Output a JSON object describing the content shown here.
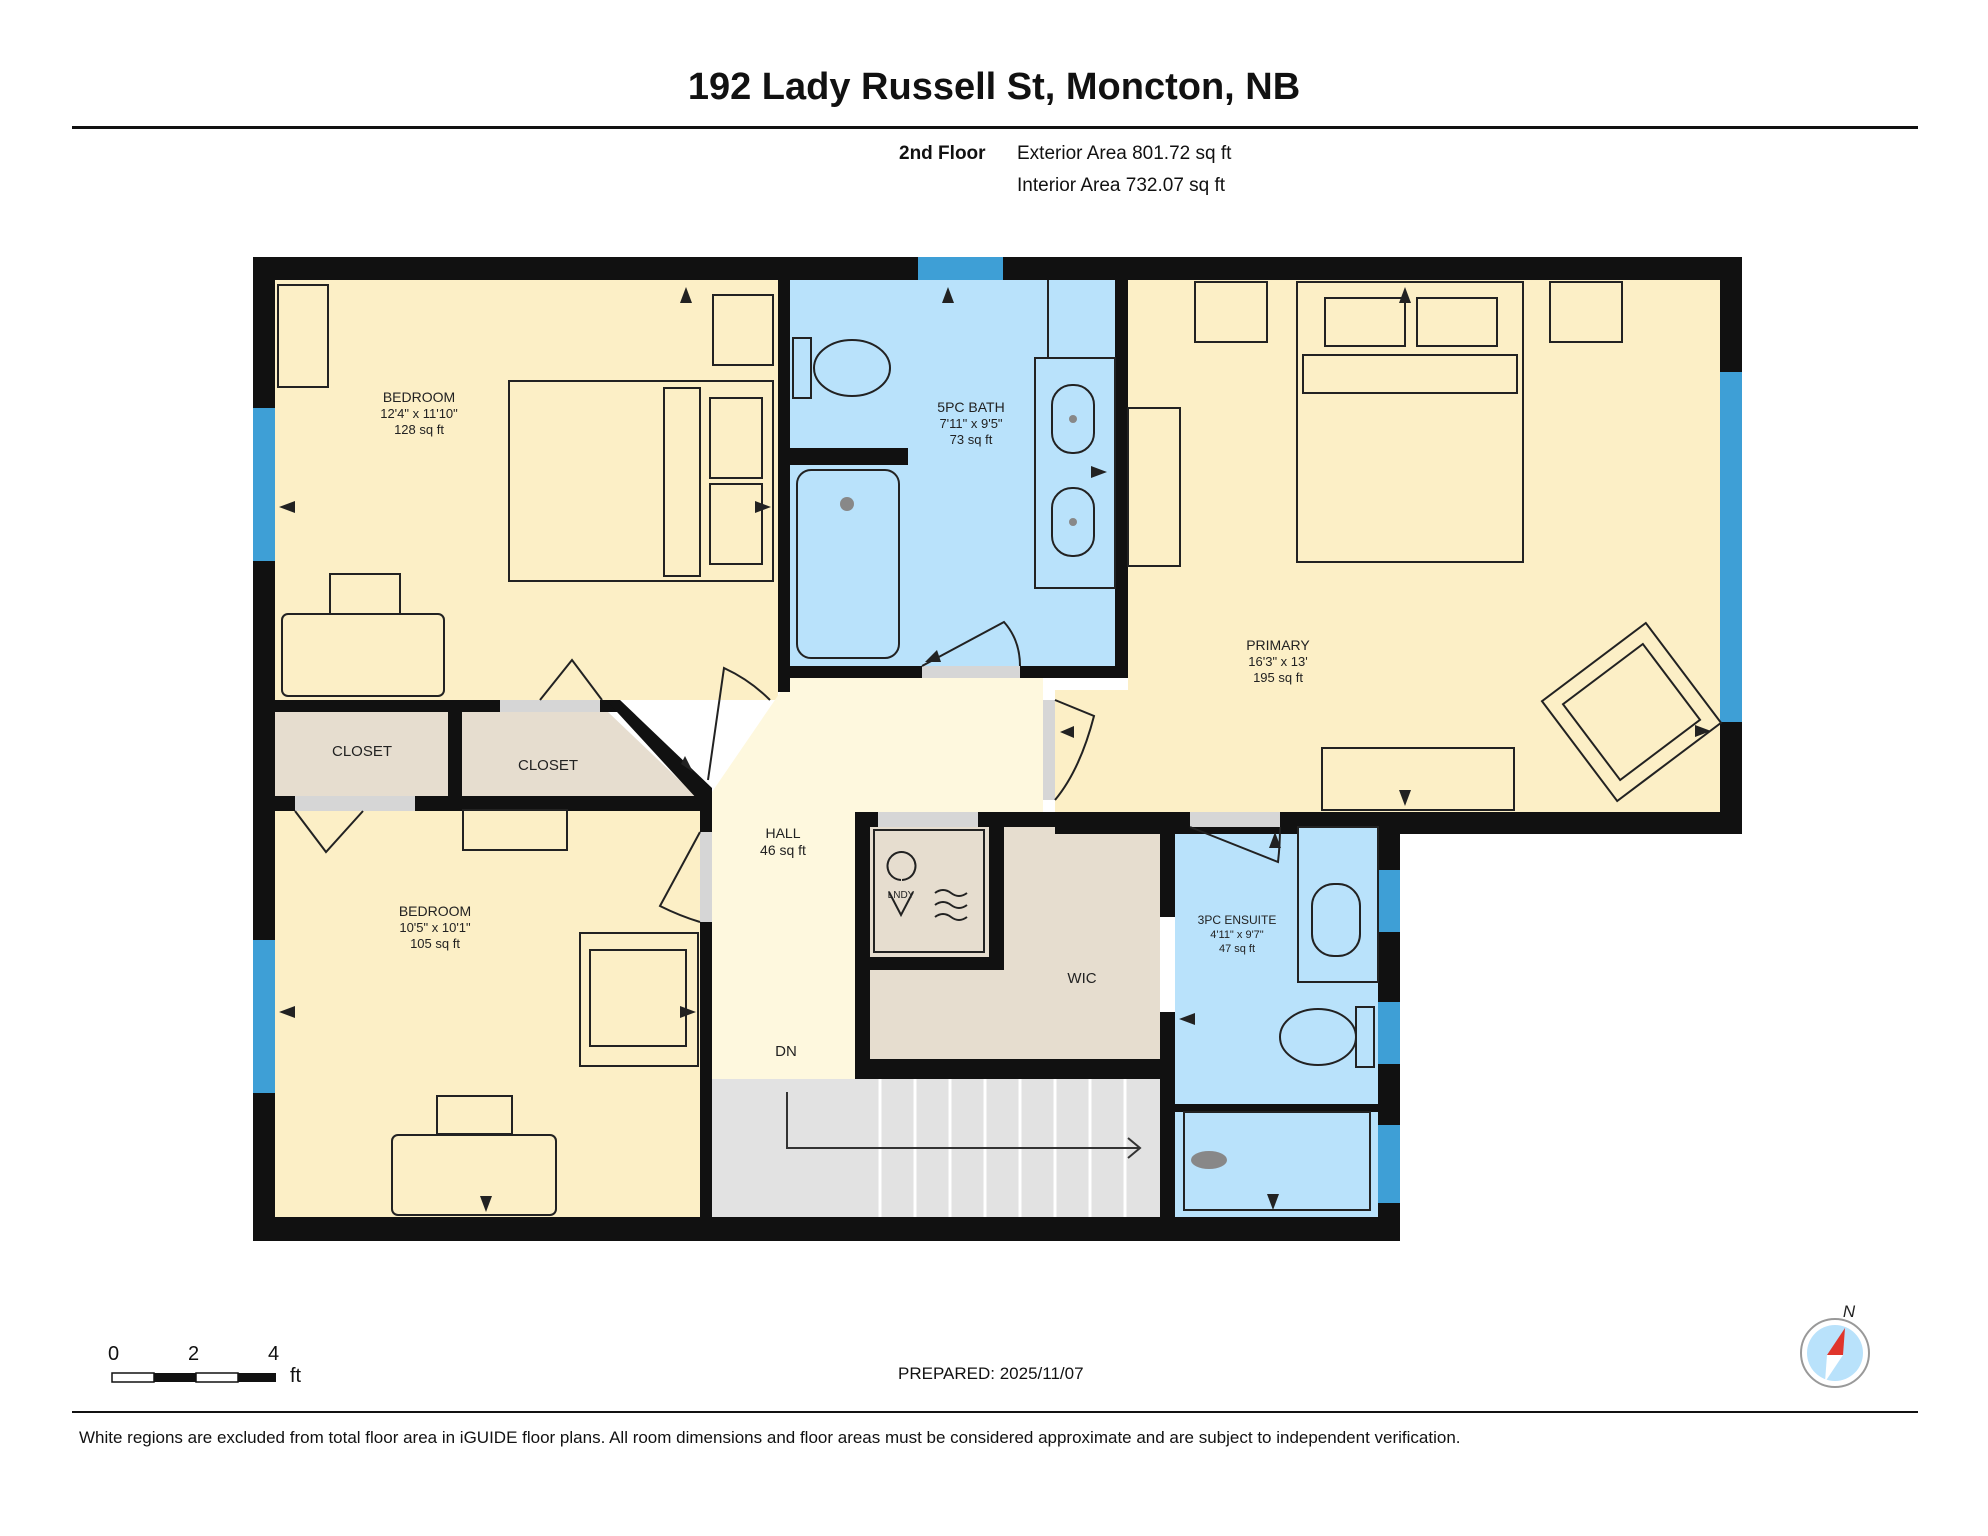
{
  "header": {
    "title": "192 Lady Russell St, Moncton, NB",
    "floor": "2nd Floor",
    "exterior_area": "Exterior Area 801.72 sq ft",
    "interior_area": "Interior Area 732.07 sq ft"
  },
  "rooms": {
    "bedroom1": {
      "name": "BEDROOM",
      "dims": "12'4\" x 11'10\"",
      "area": "128 sq ft"
    },
    "bath": {
      "name": "5PC BATH",
      "dims": "7'11\" x 9'5\"",
      "area": "73 sq ft"
    },
    "primary": {
      "name": "PRIMARY",
      "dims": "16'3\" x 13'",
      "area": "195 sq ft"
    },
    "closet1": {
      "name": "CLOSET"
    },
    "closet2": {
      "name": "CLOSET"
    },
    "hall": {
      "name": "HALL",
      "area": "46 sq ft"
    },
    "bedroom2": {
      "name": "BEDROOM",
      "dims": "10'5\" x 10'1\"",
      "area": "105 sq ft"
    },
    "laundry": {
      "name": "LNDY"
    },
    "wic": {
      "name": "WIC"
    },
    "ensuite": {
      "name": "3PC ENSUITE",
      "dims": "4'11\" x 9'7\"",
      "area": "47 sq ft"
    },
    "stairs": {
      "name": "DN"
    }
  },
  "scale": {
    "t0": "0",
    "t2": "2",
    "t4": "4",
    "unit": "ft"
  },
  "compass": {
    "north": "N"
  },
  "footer": {
    "prepared": "PREPARED: 2025/11/07",
    "disclaimer": "White regions are excluded from total floor area in iGUIDE floor plans. All room dimensions and floor areas must be considered approximate and are subject to independent verification."
  },
  "colors": {
    "bedroom": "#fcefc6",
    "bath": "#b9e2fb",
    "closet": "#e6ddcf",
    "hall": "#fef8de",
    "stairs": "#e2e2e2",
    "wall": "#111111",
    "window": "#3e9fd6"
  }
}
